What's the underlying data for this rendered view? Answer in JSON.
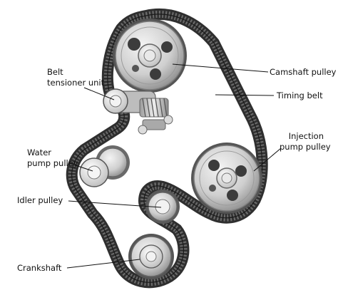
{
  "diagram": {
    "labels": {
      "belt_tensioner": [
        "Belt",
        "tensioner unit"
      ],
      "camshaft_pulley": "Camshaft pulley",
      "timing_belt": "Timing belt",
      "injection_pump_pulley": [
        "Injection",
        "pump pulley"
      ],
      "water_pump_pulley": [
        "Water",
        "pump pulley"
      ],
      "idler_pulley": "Idler pulley",
      "crankshaft": "Crankshaft"
    },
    "colors": {
      "belt": "#3a3a3a",
      "belt_teeth": "#1e1e1e",
      "pulley_face": "#d9d9d9",
      "pulley_edge": "#8a8a8a",
      "hub": "#f2f2f2",
      "leader_line": "#111111"
    }
  }
}
